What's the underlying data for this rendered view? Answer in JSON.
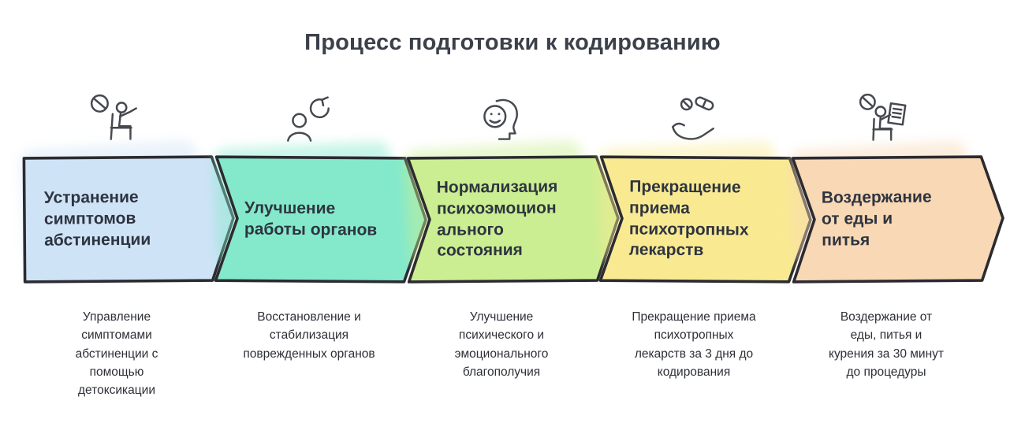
{
  "title": "Процесс подготовки к кодированию",
  "colors": {
    "outline": "#2b2b31",
    "title_text": "#3b4049",
    "label_text": "#2e3440",
    "description_text": "#2c2f36",
    "background": "#ffffff"
  },
  "steps": [
    {
      "icon": "withdrawal-detox-icon",
      "label": "Устранение симптомов абстиненции",
      "description": "Управление симптомами абстиненции с помощью детоксикации",
      "color": "#cfe3f7"
    },
    {
      "icon": "organ-recovery-icon",
      "label": "Улучшение работы органов",
      "description": "Восстановление и стабилизация поврежденных органов",
      "color": "#84e9cb"
    },
    {
      "icon": "mental-state-icon",
      "label": "Нормализация психоэмоцион ального состояния",
      "description": "Улучшение психического и эмоционального благополучия",
      "color": "#cbee92"
    },
    {
      "icon": "stop-medication-icon",
      "label": "Прекращение приема психотропных лекарств",
      "description": "Прекращение приема психотропных лекарств за 3 дня до кодирования",
      "color": "#f9ea92"
    },
    {
      "icon": "fasting-icon",
      "label": "Воздержание от еды и питья",
      "description": "Воздержание от еды, питья и курения за 30 минут до процедуры",
      "color": "#f8d8b5"
    }
  ]
}
